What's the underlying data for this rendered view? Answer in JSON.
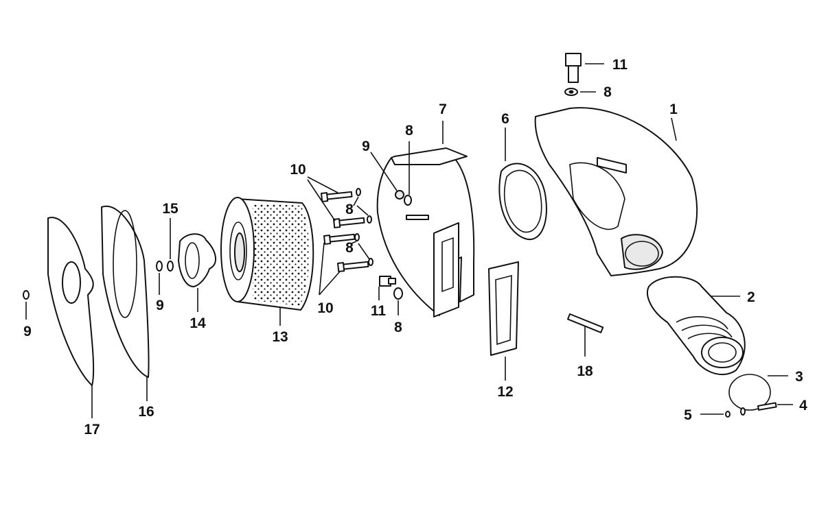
{
  "callouts": {
    "p1": "1",
    "p2": "2",
    "p3": "3",
    "p4": "4",
    "p5": "5",
    "p6": "6",
    "p7": "7",
    "p8a": "8",
    "p8b": "8",
    "p8c": "8",
    "p8d": "8",
    "p8e": "8",
    "p9a": "9",
    "p9b": "9",
    "p9c": "9",
    "p10a": "10",
    "p10b": "10",
    "p11a": "11",
    "p11b": "11",
    "p12": "12",
    "p13": "13",
    "p14": "14",
    "p15": "15",
    "p16": "16",
    "p17": "17",
    "p18": "18"
  }
}
